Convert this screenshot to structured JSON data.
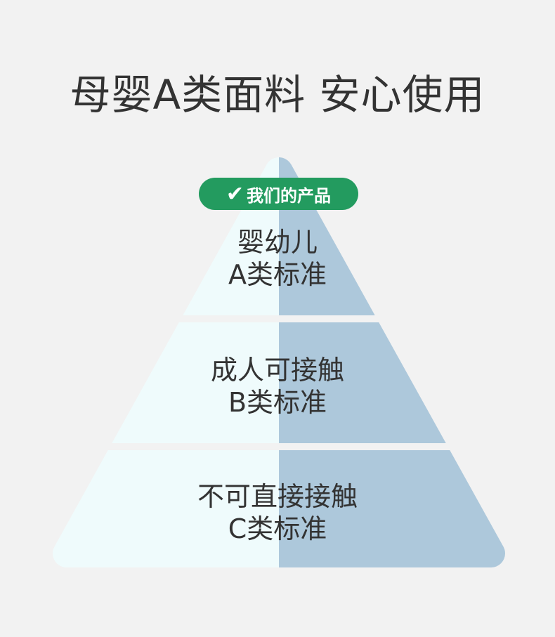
{
  "title": "母婴A类面料 安心使用",
  "badge": {
    "icon": "check-icon",
    "glyph": "✔",
    "label": "我们的产品",
    "color": "#239b5f"
  },
  "colors": {
    "left": "#effbfc",
    "right": "#adc8db",
    "background": "#f2f2f2"
  },
  "tiers": [
    {
      "line1": "婴幼儿",
      "line2": "A类标准"
    },
    {
      "line1": "成人可接触",
      "line2": "B类标准"
    },
    {
      "line1": "不可直接接触",
      "line2": "C类标准"
    }
  ]
}
